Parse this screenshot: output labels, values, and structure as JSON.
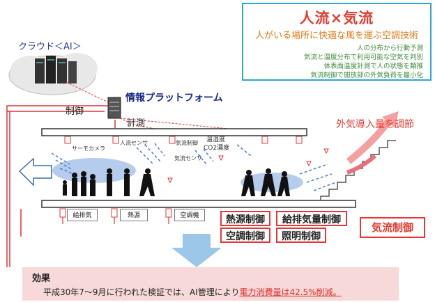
{
  "info_box": {
    "title": "人流×気流",
    "subtitle": "人がいる場所に快適な風を運ぶ空調技術",
    "bullets": [
      "人の分布から行動予測",
      "気流と温度分布で利用可能な空気を判別",
      "体表面温度計測で人の状態を類推",
      "気流制御で開放部の外気負荷を最小化"
    ]
  },
  "cloud_label": "クラウド＜AI＞",
  "platform_label": "情報プラットフォーム",
  "control_label": "制御",
  "measure_label": "計測",
  "outside_air_label": "外気導入量を調節",
  "sensors": {
    "thermo_camera": "サーモカメラ",
    "people_sensor_1": "人流センサ",
    "airflow_control": "気流制御",
    "temp_humidity": "温湿度",
    "co2": "CO2濃度",
    "airflow_sensor": "気流センサ"
  },
  "equipment": [
    "給排気",
    "熱源",
    "空調機"
  ],
  "controls": [
    "熱源制御",
    "給排気量制御",
    "空調制御",
    "照明制御"
  ],
  "airflow_control_big": "気流制御",
  "effect": {
    "title": "効果",
    "text_before": "平成30年7～9月に行われた検証では、AI管理により",
    "text_highlight": "電力消費量は42.5%削減。"
  },
  "colors": {
    "accent_red": "#e53a2f",
    "info_border": "#2aa7d8",
    "effect_bg": "#f8d9d9",
    "line_red": "#e33333"
  }
}
